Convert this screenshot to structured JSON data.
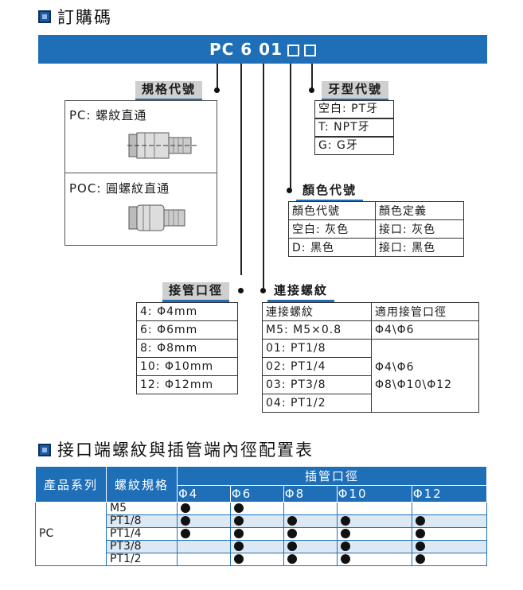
{
  "order_code": {
    "title": "訂購碼",
    "code": "PC 6 01",
    "model_label": "規格代號",
    "models": [
      {
        "code": "PC:",
        "name": "螺紋直通"
      },
      {
        "code": "POC:",
        "name": "圓螺紋直通"
      }
    ],
    "thread_type": {
      "label": "牙型代號",
      "items": [
        "空白: PT牙",
        "T: NPT牙",
        "G: G牙"
      ]
    },
    "color": {
      "label": "顏色代號",
      "headers": [
        "顏色代號",
        "顏色定義"
      ],
      "rows": [
        [
          "空白: 灰色",
          "接口: 灰色"
        ],
        [
          "D: 黑色",
          "接口: 黑色"
        ]
      ]
    },
    "tube_od": {
      "label": "接管口徑",
      "items": [
        "4: Φ4mm",
        "6: Φ6mm",
        "8: Φ8mm",
        "10: Φ10mm",
        "12: Φ12mm"
      ]
    },
    "thread": {
      "label": "連接螺紋",
      "headers": [
        "連接螺紋",
        "適用接管口徑"
      ],
      "rows": [
        "M5: M5×0.8",
        "01: PT1/8",
        "02: PT1/4",
        "03: PT3/8",
        "04: PT1/2"
      ],
      "apply_m5": "Φ4\\Φ6",
      "apply_rest_1": "Φ4\\Φ6",
      "apply_rest_2": "Φ8\\Φ10\\Φ12"
    }
  },
  "config_table": {
    "title": "接口端螺紋與插管端內徑配置表",
    "col_series": "產品系列",
    "col_thread": "螺紋規格",
    "col_tube": "插管口徑",
    "tube_sizes": [
      "Φ4",
      "Φ6",
      "Φ8",
      "Φ10",
      "Φ12"
    ],
    "series": "PC",
    "rows": [
      {
        "thread": "M5",
        "avail": [
          true,
          true,
          false,
          false,
          false
        ]
      },
      {
        "thread": "PT1/8",
        "avail": [
          true,
          true,
          true,
          true,
          true
        ]
      },
      {
        "thread": "PT1/4",
        "avail": [
          true,
          true,
          true,
          true,
          true
        ]
      },
      {
        "thread": "PT3/8",
        "avail": [
          false,
          true,
          true,
          true,
          true
        ]
      },
      {
        "thread": "PT1/2",
        "avail": [
          false,
          true,
          true,
          true,
          true
        ]
      }
    ]
  },
  "colors": {
    "accent": "#1e6fb8",
    "bullet": "#111111",
    "alt_row": "#dde8f5"
  }
}
